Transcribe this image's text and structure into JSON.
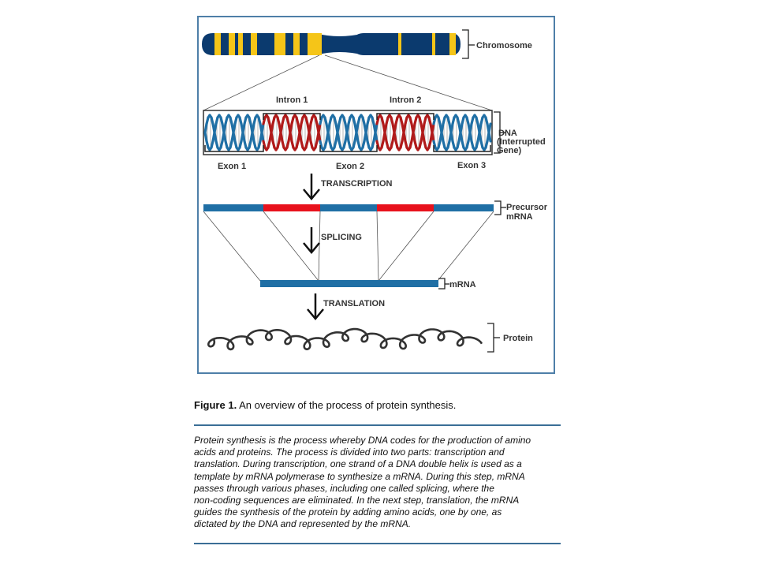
{
  "diagram": {
    "labels": {
      "chromosome": "Chromosome",
      "intron1": "Intron 1",
      "intron2": "Intron 2",
      "dna_line1": "DNA",
      "dna_line2": "(Interrupted",
      "dna_line3": "Gene)",
      "exon1": "Exon 1",
      "exon2": "Exon 2",
      "exon3": "Exon 3",
      "transcription": "TRANSCRIPTION",
      "precursor_line1": "Precursor",
      "precursor_line2": "mRNA",
      "splicing": "SPLICING",
      "mrna": "mRNA",
      "translation": "TRANSLATION",
      "protein": "Protein"
    },
    "colors": {
      "chromosome_dark": "#0b3a6e",
      "chromosome_band": "#f5c518",
      "exon": "#1f6fa5",
      "intron": "#e8121c",
      "intron_helix": "#b01a1a",
      "frame": "#4e7fa8"
    }
  },
  "caption": {
    "figure_label": "Figure 1.",
    "text": " An overview of the process of protein synthesis."
  },
  "description": {
    "lines": [
      "Protein synthesis is the process whereby DNA codes for the production of amino",
      "acids and proteins. The process is divided into two parts: transcription and",
      "translation. During transcription, one strand of a DNA double helix is used as a",
      "template by mRNA polymerase to synthesize a mRNA. During this step, mRNA",
      "passes through various phases, including one called splicing, where the",
      "non-coding sequences are eliminated. In the next step, translation, the mRNA",
      "guides the synthesis of the protein by adding amino acids, one by one, as",
      "dictated by the DNA and represented by the mRNA."
    ]
  }
}
